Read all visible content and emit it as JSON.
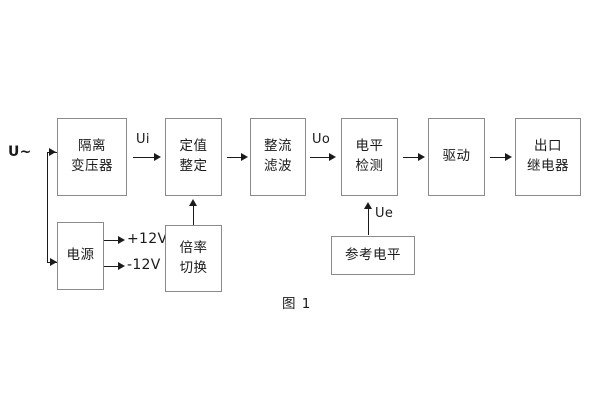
{
  "figure": {
    "caption": "图 1",
    "source_label": "U~",
    "signal_labels": {
      "ui": "Ui",
      "uo": "Uo",
      "ue": "Ue"
    },
    "supply_rails": [
      {
        "name": "positive-rail",
        "label": "+12V"
      },
      {
        "name": "negative-rail",
        "label": "-12V"
      }
    ],
    "blocks": [
      {
        "name": "isolation-transformer",
        "lines": [
          "隔离",
          "变压器"
        ]
      },
      {
        "name": "setting-value",
        "lines": [
          "定值",
          "整定"
        ]
      },
      {
        "name": "rectifier-filter",
        "lines": [
          "整流",
          "滤波"
        ]
      },
      {
        "name": "level-detection",
        "lines": [
          "电平",
          "检测"
        ]
      },
      {
        "name": "driver",
        "lines": [
          "驱动"
        ]
      },
      {
        "name": "output-relay",
        "lines": [
          "出口",
          "继电器"
        ]
      },
      {
        "name": "power-supply",
        "lines": [
          "电源"
        ]
      },
      {
        "name": "multiplier-switch",
        "lines": [
          "倍率",
          "切换"
        ]
      },
      {
        "name": "reference-level",
        "lines": [
          "参考电平"
        ]
      }
    ],
    "colors": {
      "block_border": "#8a8a8a",
      "connector": "#1a1a1a",
      "text": "#1a1a1a",
      "background": "#ffffff"
    }
  }
}
